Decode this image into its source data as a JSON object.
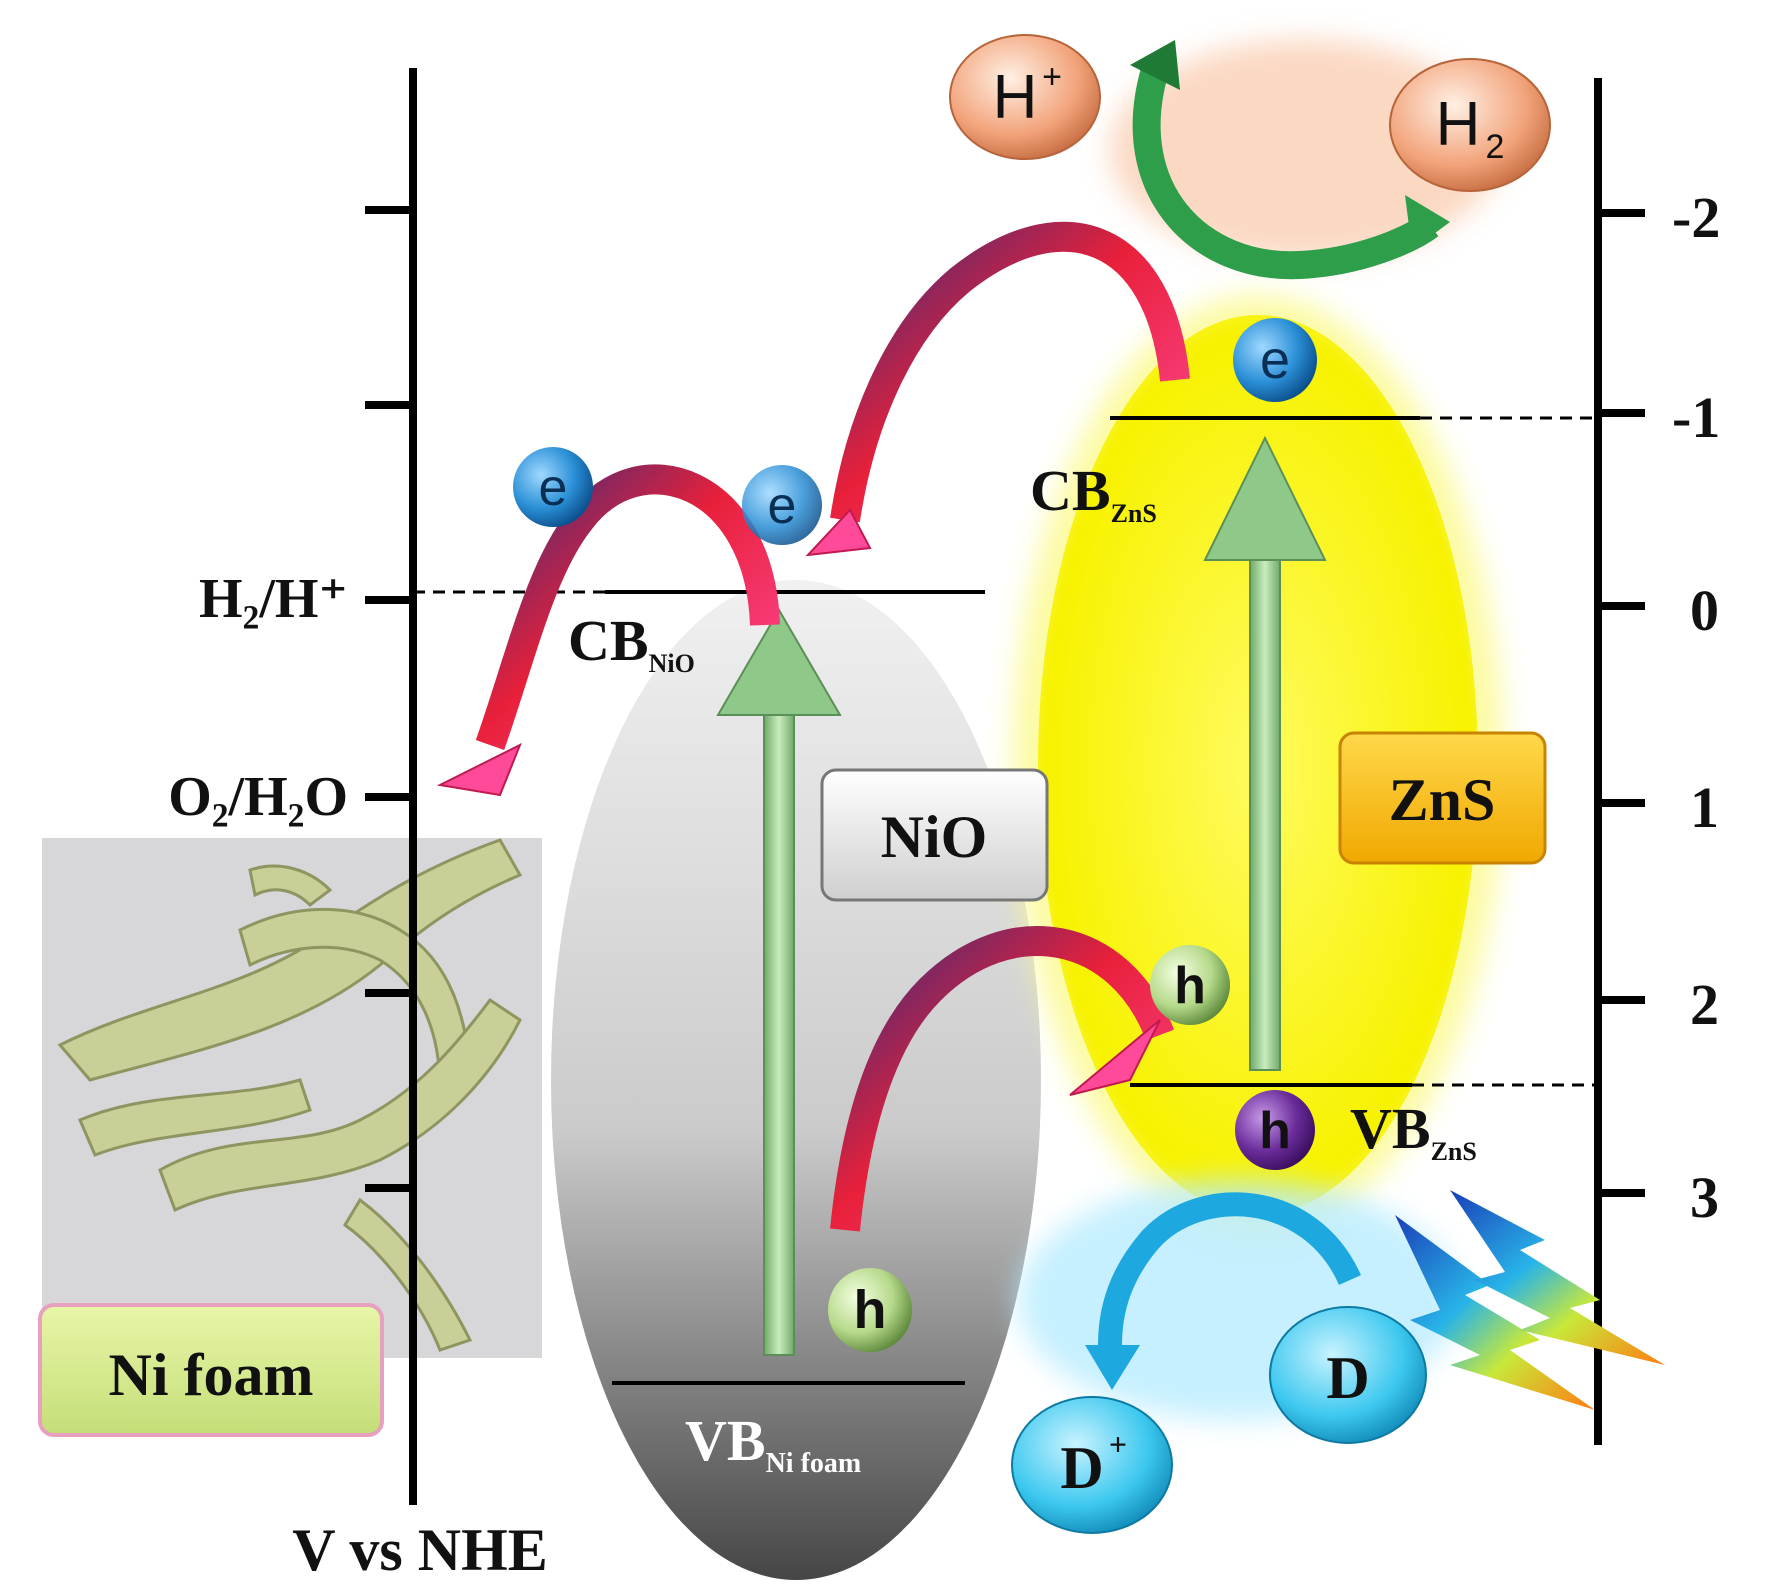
{
  "axis": {
    "label": "V vs NHE",
    "ticks": [
      "-2",
      "-1",
      "0",
      "1",
      "2",
      "3"
    ],
    "references": [
      "H₂/H⁺",
      "O₂/H₂O"
    ]
  },
  "materials": {
    "ni_foam": "Ni foam",
    "nio": "NiO",
    "zns": "ZnS"
  },
  "bands": {
    "cb_nio": {
      "main": "CB",
      "sub": "NiO"
    },
    "cb_zns": {
      "main": "CB",
      "sub": "ZnS"
    },
    "vb_zns": {
      "main": "VB",
      "sub": "ZnS"
    },
    "vb_ni_foam": {
      "main": "VB",
      "sub": "Ni foam"
    }
  },
  "carriers": {
    "electron": "e",
    "hole": "h"
  },
  "species": {
    "h_plus": {
      "main": "H",
      "sup": "+"
    },
    "h2": {
      "main": "H",
      "sub": "2"
    },
    "donor": "D",
    "donor_plus": {
      "main": "D",
      "sup": "+"
    }
  },
  "colors": {
    "zns_region": "#f7f200",
    "nio_region": "#8a8a8a",
    "green_arrow": "#8fc98a",
    "red_arrow": "#e8203a",
    "electron": "#2a8fd6",
    "hole": "#b6d98a",
    "hole_zns": "#6a2c9a",
    "donor": "#3cc8ef",
    "proton": "#f2a37a"
  }
}
